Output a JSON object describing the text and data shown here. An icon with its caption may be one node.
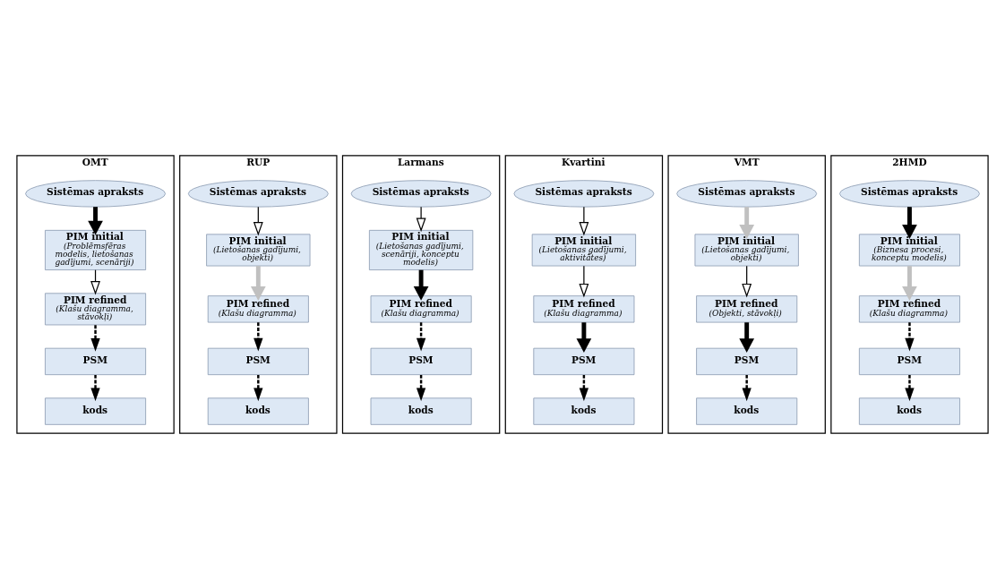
{
  "diagram": {
    "nodes": [
      {
        "text": [
          "OMT"
        ]
      },
      {
        "text": [
          "Sistēmas apraksts"
        ],
        "in": 0
      },
      {
        "text": [
          "PIM initial",
          "(Problēmsfēras modelis, lietošanas gadījumi, scenāriji)"
        ],
        "in": 0
      },
      {
        "text": [
          "PIM refined",
          "(Klašu diagramma, stāvokļi)"
        ],
        "in": 0
      },
      {
        "text": [
          "PSM"
        ],
        "in": 0
      },
      {
        "text": [
          "kods"
        ],
        "in": 0
      },
      {
        "text": [
          "RUP"
        ]
      },
      {
        "text": [
          "Sistēmas apraksts"
        ],
        "in": 6
      },
      {
        "text": [
          "PIM initial",
          "(Lietošanas gadījumi, objekti)"
        ],
        "in": 6
      },
      {
        "text": [
          "PIM refined",
          "(Klašu diagramma)"
        ],
        "in": 6
      },
      {
        "text": [
          "PSM"
        ],
        "in": 6
      },
      {
        "text": [
          "kods"
        ],
        "in": 6
      },
      {
        "text": [
          "Larmans"
        ]
      },
      {
        "text": [
          "Sistēmas apraksts"
        ],
        "in": 12
      },
      {
        "text": [
          "PIM initial",
          "(Lietošanas gadījumi, scenāriji, konceptu modelis)"
        ],
        "in": 12
      },
      {
        "text": [
          "PIM refined",
          "(Klašu diagramma)"
        ],
        "in": 12
      },
      {
        "text": [
          "PSM"
        ],
        "in": 12
      },
      {
        "text": [
          "kods"
        ],
        "in": 12
      },
      {
        "text": [
          "Kvartini"
        ]
      },
      {
        "text": [
          "Sistēmas apraksts"
        ],
        "in": 18
      },
      {
        "text": [
          "PIM initial",
          "(Lietošanas gadījumi, aktivitātes)"
        ],
        "in": 18
      },
      {
        "text": [
          "PIM refined",
          "(Klašu diagramma)"
        ],
        "in": 18
      },
      {
        "text": [
          "PSM"
        ],
        "in": 18
      },
      {
        "text": [
          "kods"
        ],
        "in": 18
      },
      {
        "text": [
          "VMT"
        ]
      },
      {
        "text": [
          "Sistēmas apraksts"
        ],
        "in": 24
      },
      {
        "text": [
          "PIM initial",
          "(Lietošanas gadījumi, objekti)"
        ],
        "in": 24
      },
      {
        "text": [
          "PIM refined",
          "(Objekti, stāvokļi)"
        ],
        "in": 24
      },
      {
        "text": [
          "PSM"
        ],
        "in": 24
      },
      {
        "text": [
          "kods"
        ],
        "in": 24
      },
      {
        "text": [
          "2HMD"
        ]
      },
      {
        "text": [
          "Sistēmas apraksts"
        ],
        "in": 30
      },
      {
        "text": [
          "PIM initial",
          "(Biznesa procesi, konceptu modelis)"
        ],
        "in": 30
      },
      {
        "text": [
          "PIM refined",
          "(Klašu diagramma)"
        ],
        "in": 30
      },
      {
        "text": [
          "PSM"
        ],
        "in": 30
      },
      {
        "text": [
          "kods"
        ],
        "in": 30
      }
    ],
    "edges": [
      {
        "from": 1,
        "to": 2,
        "arrow": "to",
        "style": "thick"
      },
      {
        "from": 2,
        "to": 3,
        "arrow": "to"
      },
      {
        "from": 3,
        "to": 4,
        "arrow": "to",
        "style": "dashed"
      },
      {
        "from": 4,
        "to": 5,
        "arrow": "to",
        "style": "dashed"
      },
      {
        "from": 7,
        "to": 8,
        "arrow": "to"
      },
      {
        "from": 8,
        "to": 9,
        "arrow": "to",
        "style": "thick",
        "color": "#c0c0c0"
      },
      {
        "from": 9,
        "to": 10,
        "arrow": "to",
        "style": "dashed"
      },
      {
        "from": 10,
        "to": 11,
        "arrow": "to",
        "style": "dashed"
      },
      {
        "from": 13,
        "to": 14,
        "arrow": "to"
      },
      {
        "from": 14,
        "to": 15,
        "arrow": "to",
        "style": "thick"
      },
      {
        "from": 15,
        "to": 16,
        "arrow": "to",
        "style": "dashed"
      },
      {
        "from": 16,
        "to": 17,
        "arrow": "to",
        "style": "dashed"
      },
      {
        "from": 19,
        "to": 20,
        "arrow": "to"
      },
      {
        "from": 20,
        "to": 21,
        "arrow": "to"
      },
      {
        "from": 21,
        "to": 22,
        "arrow": "to",
        "style": "thick"
      },
      {
        "from": 22,
        "to": 23,
        "arrow": "to",
        "style": "dashed"
      },
      {
        "from": 25,
        "to": 26,
        "arrow": "to",
        "style": "thick",
        "color": "#c0c0c0"
      },
      {
        "from": 26,
        "to": 27,
        "arrow": "to"
      },
      {
        "from": 27,
        "to": 28,
        "arrow": "to",
        "style": "thick"
      },
      {
        "from": 28,
        "to": 29,
        "arrow": "to",
        "style": "dashed"
      },
      {
        "from": 31,
        "to": 32,
        "arrow": "to",
        "style": "thick"
      },
      {
        "from": 32,
        "to": 33,
        "arrow": "to",
        "style": "thick",
        "color": "#c0c0c0"
      },
      {
        "from": 33,
        "to": 34,
        "arrow": "to",
        "style": "dashed"
      },
      {
        "from": 34,
        "to": 35,
        "arrow": "to",
        "style": "dashed"
      }
    ]
  }
}
